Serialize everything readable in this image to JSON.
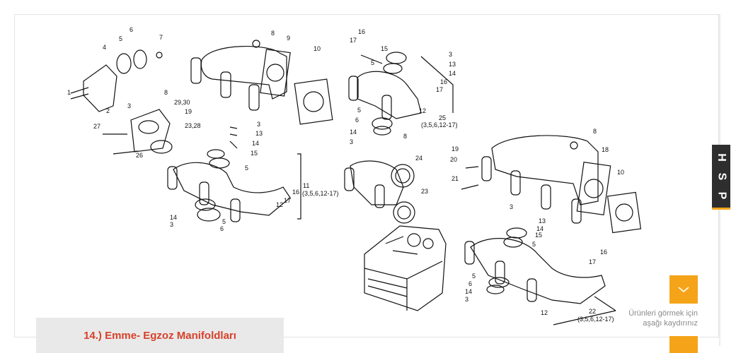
{
  "section": {
    "title": "14.) Emme- Egzoz Manifoldları"
  },
  "scroll": {
    "hint_line1": "Ürünleri görmek için",
    "hint_line2": "aşağı kaydırınız"
  },
  "side_badge": {
    "letters": [
      "H",
      "S",
      "P"
    ]
  },
  "diagram": {
    "labels": [
      "1",
      "2",
      "3",
      "4",
      "5",
      "6",
      "7",
      "8",
      "9",
      "10",
      "29,30",
      "19",
      "23,28",
      "27",
      "26",
      "3",
      "13",
      "14",
      "15",
      "5",
      "11",
      "(3,5,6,12-17)",
      "16",
      "17",
      "12",
      "14",
      "3",
      "5",
      "6",
      "16",
      "17",
      "15",
      "5",
      "3",
      "13",
      "14",
      "16",
      "17",
      "25",
      "(3,5,6,12-17)",
      "12",
      "6",
      "5",
      "14",
      "3",
      "8",
      "24",
      "23",
      "19",
      "20",
      "21",
      "8",
      "18",
      "10",
      "3",
      "13",
      "14",
      "15",
      "5",
      "12",
      "5",
      "6",
      "14",
      "3",
      "16",
      "17",
      "22",
      "(3,5,6,12-17)"
    ]
  },
  "colors": {
    "accent": "#f5a41a",
    "caption_text": "#d6412a",
    "caption_bg": "#e9e9e9",
    "badge_bg": "#2e2e2e"
  }
}
